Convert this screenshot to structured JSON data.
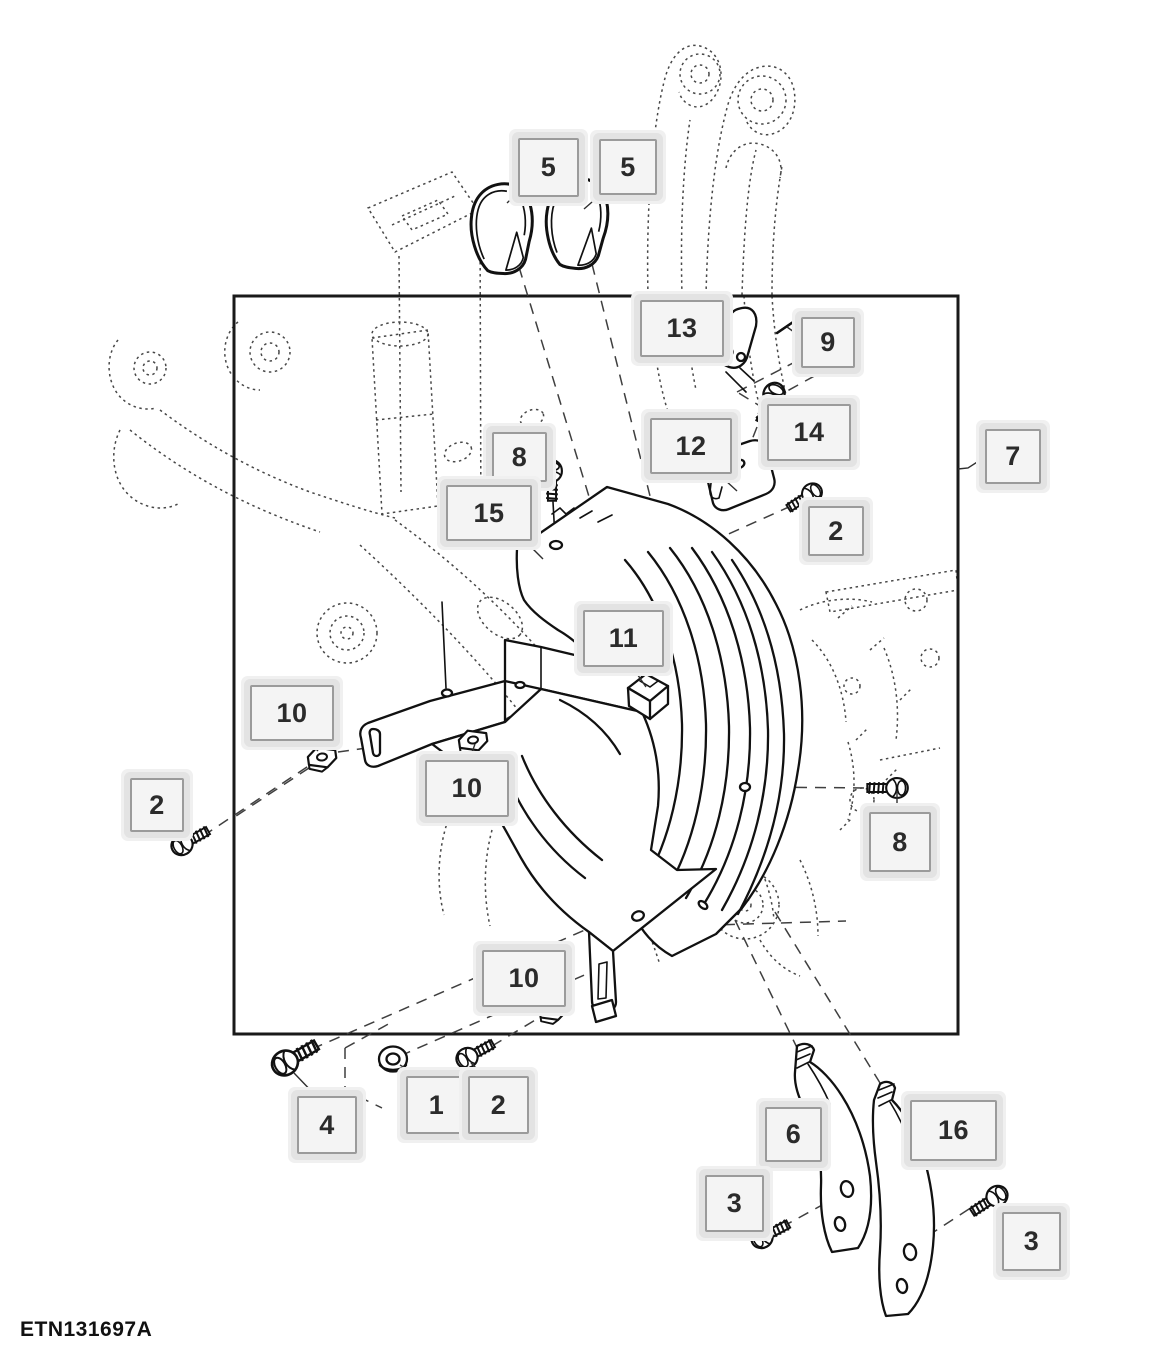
{
  "figure": {
    "code": "ETN131697A"
  },
  "colors": {
    "background": "#ffffff",
    "line_art": "#111111",
    "phantom_lines": "#474747",
    "callout_fill": "#f4f4f4",
    "callout_border": "#9b9b9b",
    "callout_halo": "#e3e3e3",
    "callout_text": "#2b2b2b"
  },
  "callouts": [
    {
      "label": "5"
    },
    {
      "label": "5"
    },
    {
      "label": "13"
    },
    {
      "label": "9"
    },
    {
      "label": "12"
    },
    {
      "label": "14"
    },
    {
      "label": "7"
    },
    {
      "label": "8"
    },
    {
      "label": "15"
    },
    {
      "label": "2"
    },
    {
      "label": "11"
    },
    {
      "label": "10"
    },
    {
      "label": "10"
    },
    {
      "label": "2"
    },
    {
      "label": "8"
    },
    {
      "label": "10"
    },
    {
      "label": "4"
    },
    {
      "label": "1"
    },
    {
      "label": "2"
    },
    {
      "label": "6"
    },
    {
      "label": "16"
    },
    {
      "label": "3"
    },
    {
      "label": "3"
    }
  ]
}
